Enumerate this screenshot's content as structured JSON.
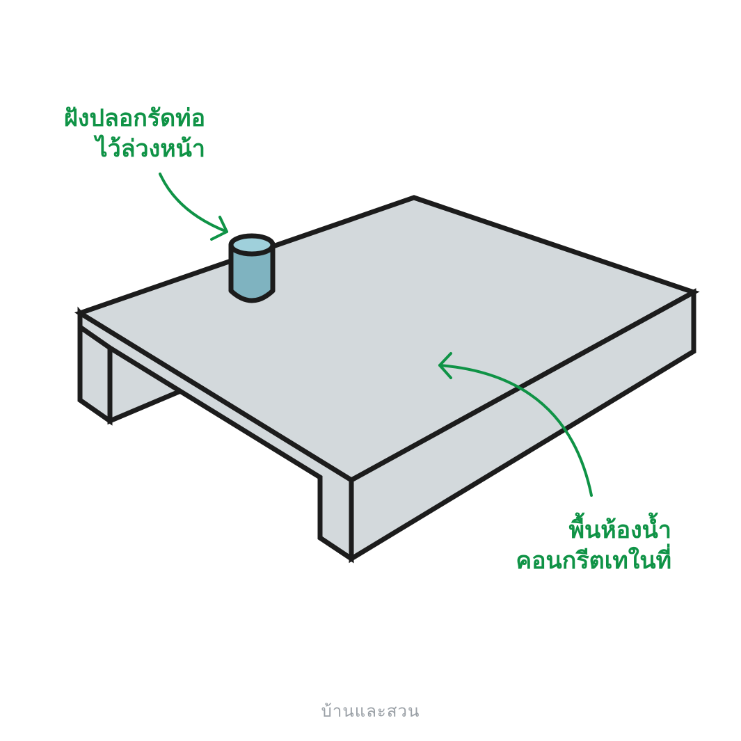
{
  "labels": {
    "sleeve": {
      "line1": "ฝังปลอกรัดท่อ",
      "line2": "ไว้ล่วงหน้า"
    },
    "floor": {
      "line1": "พื้นห้องน้ำ",
      "line2": "คอนกรีตเทในที่"
    }
  },
  "brand": "บ้านและสวน",
  "colors": {
    "label_green": "#0f9346",
    "slab_fill": "#d3d9dc",
    "slab_outline": "#1c1c1c",
    "pipe_fill": "#7fb3c0",
    "brand_gray": "#9aa0a6"
  },
  "icons": {
    "pipe": "pipe-sleeve-icon",
    "arrow": "curved-arrow-icon"
  }
}
